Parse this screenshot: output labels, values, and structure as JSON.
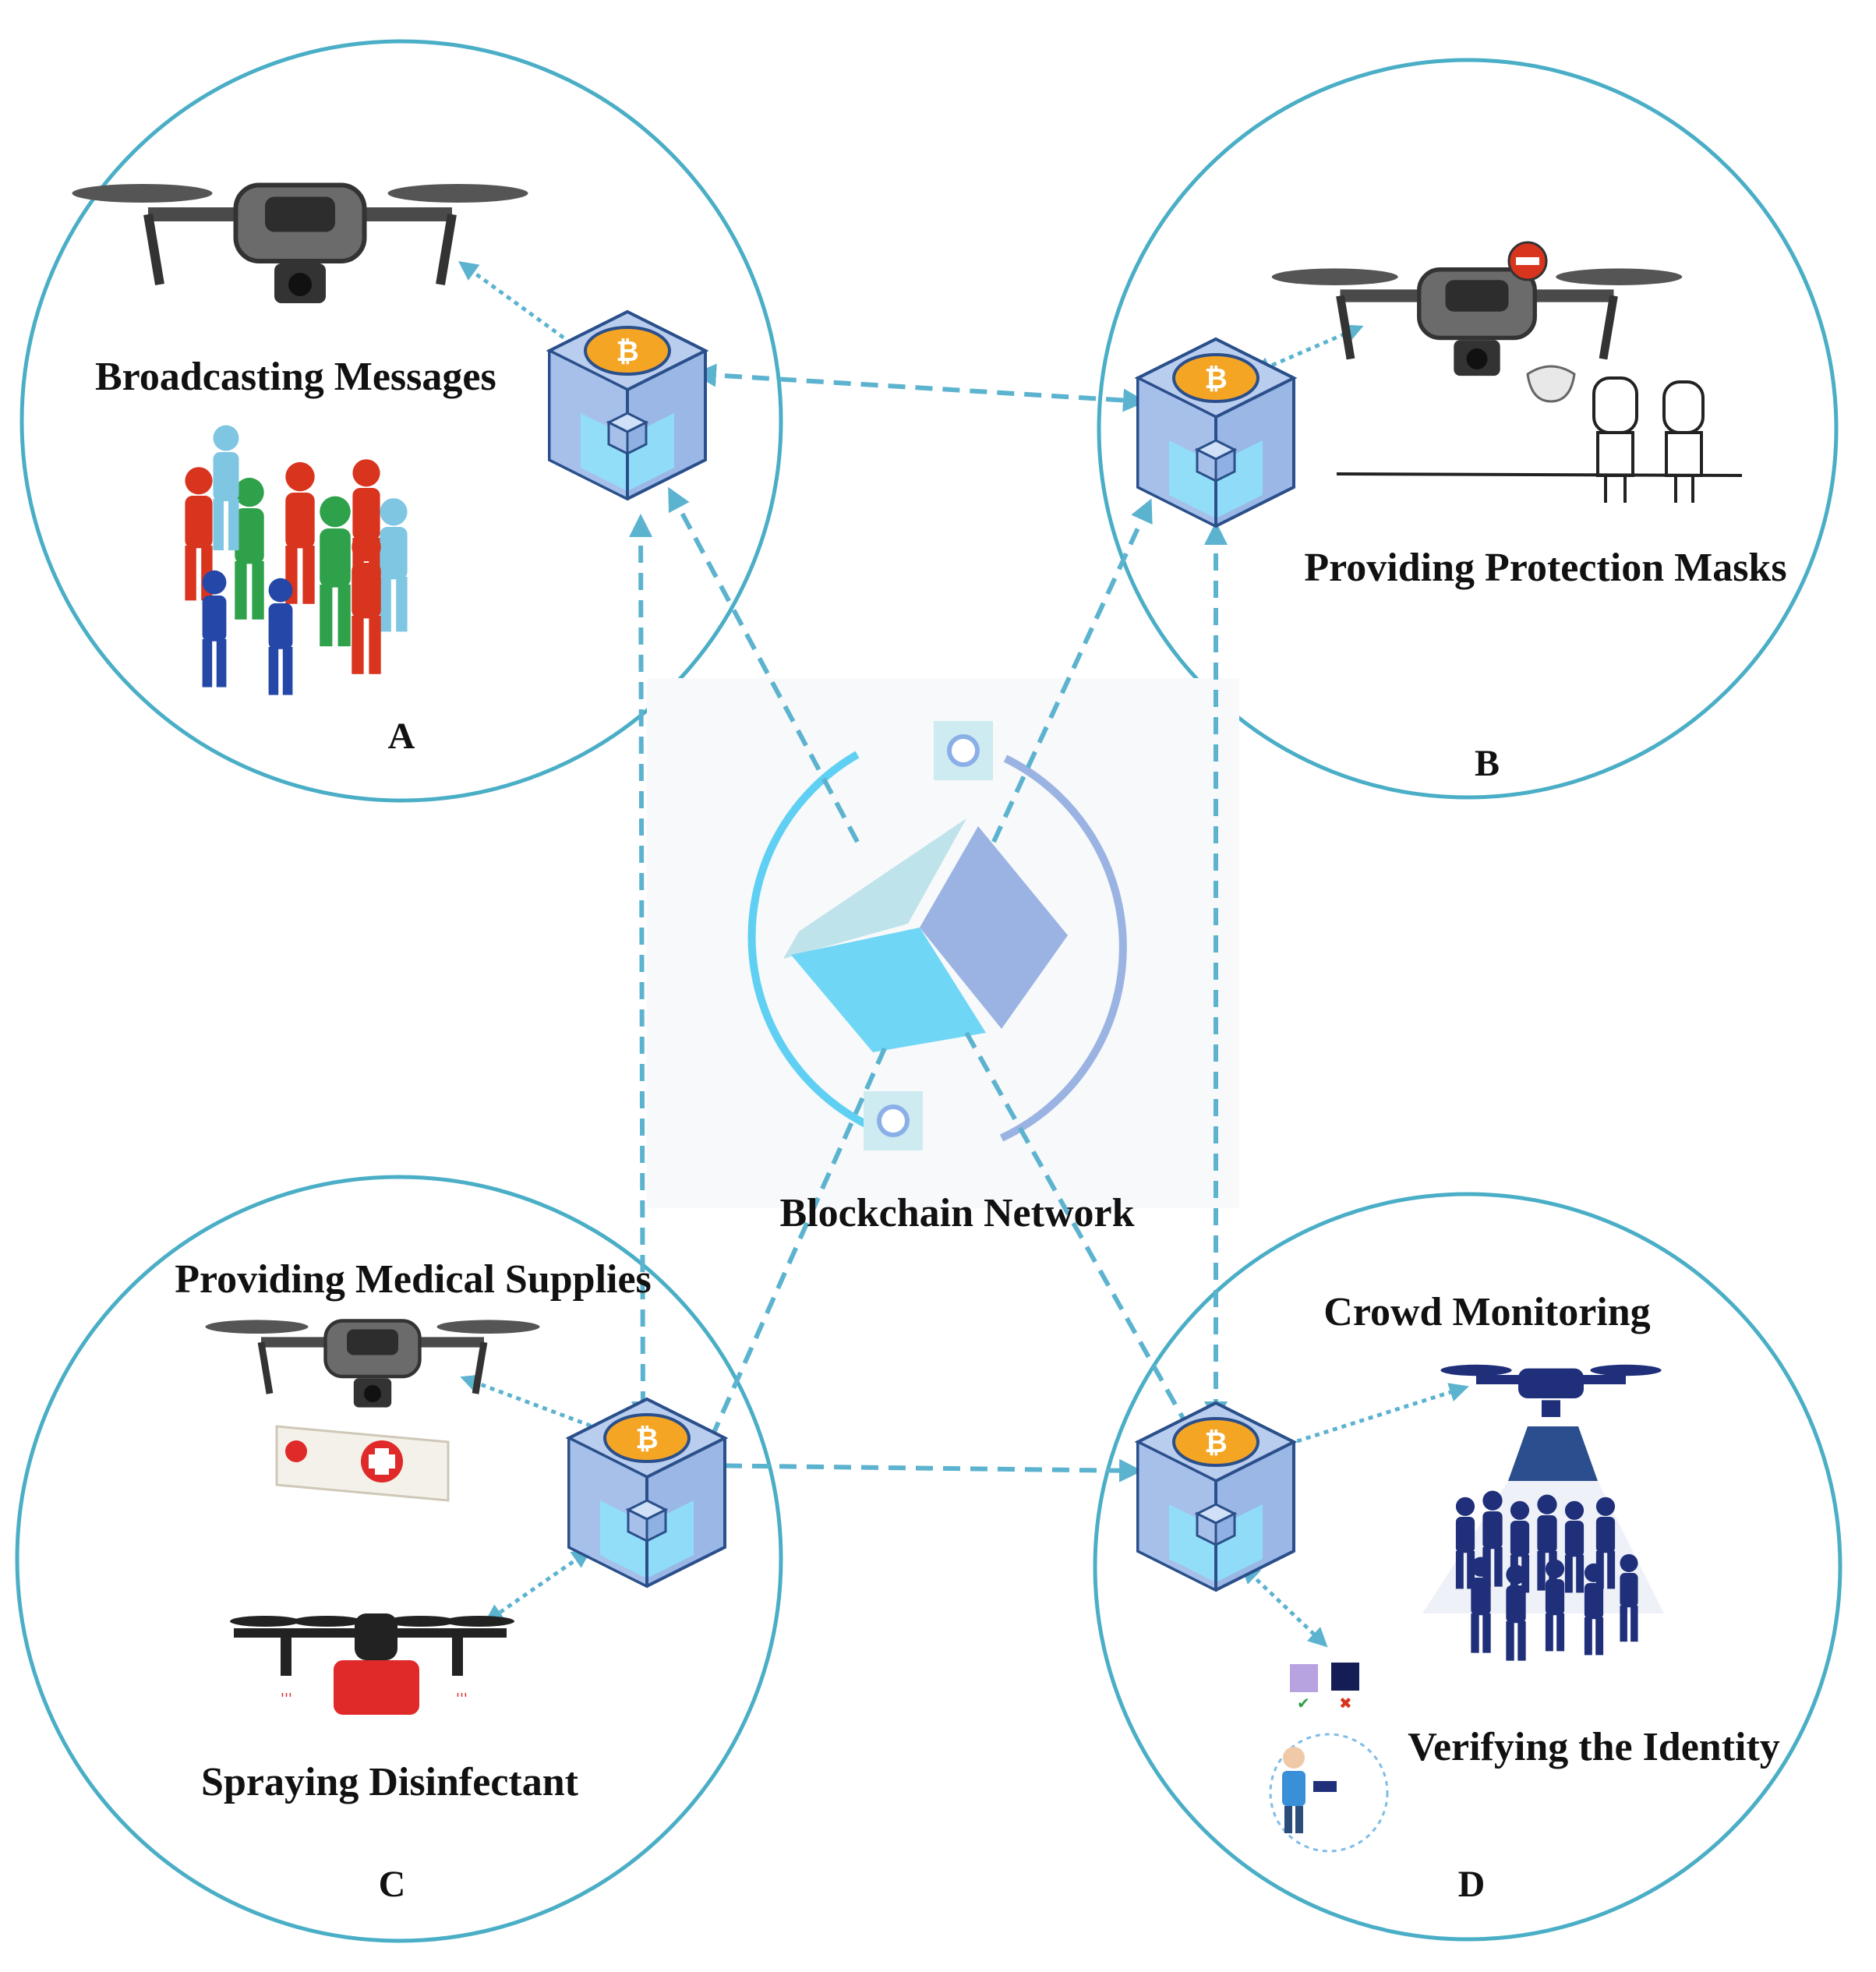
{
  "center": {
    "label": "Blockchain Network"
  },
  "regions": {
    "a": {
      "letter": "A",
      "label": "Broadcasting Messages"
    },
    "b": {
      "letter": "B",
      "label": "Providing Protection Masks"
    },
    "c": {
      "letter": "C",
      "label_top": "Providing Medical Supplies",
      "label_bottom": "Spraying Disinfectant"
    },
    "d": {
      "letter": "D",
      "label_top": "Crowd Monitoring",
      "label_bottom": "Verifying the Identity"
    }
  },
  "colors": {
    "circle_stroke": "#4aaec6",
    "connector": "#5cb3cf",
    "node_blue": "#9ab7e6",
    "node_cyan": "#8ee3fa",
    "coin_orange": "#f5a524",
    "center_light": "#bfe3ea",
    "center_mid": "#9bb3e3",
    "center_cyan": "#6fd6f6"
  },
  "icons": {
    "node": "blockchain-node-icon",
    "hub": "blockchain-network-icon",
    "drone": "drone-icon",
    "crowd": "crowd-icon",
    "mask": "mask-icon",
    "medical": "medical-box-icon",
    "sprayer": "sprayer-drone-icon",
    "identity": "identity-verification-icon"
  }
}
